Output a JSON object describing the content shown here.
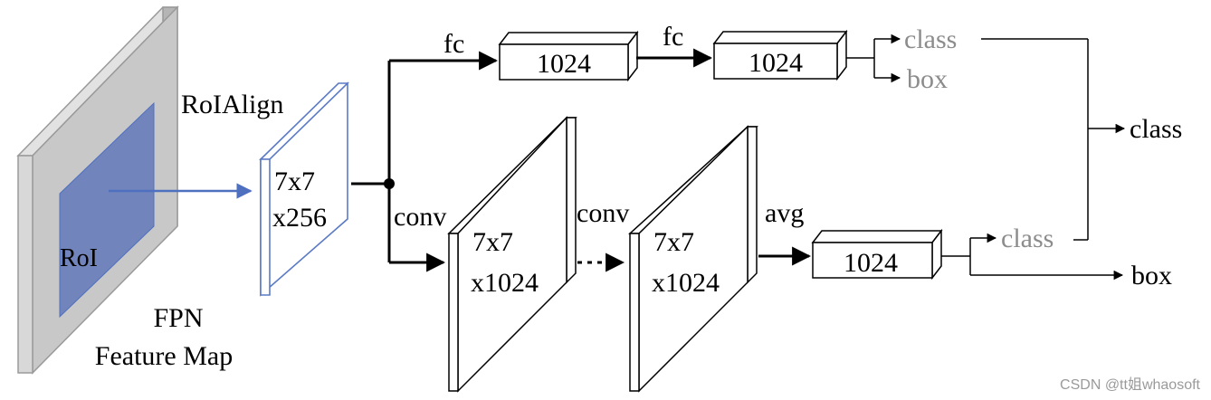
{
  "colors": {
    "ink": "#000000",
    "feature_map_gray": "#c8c8c8",
    "feature_map_edge": "#9a9a9a",
    "roi_blue": "#7185bc",
    "roi_arrow_blue": "#4f6fbf",
    "roialign_outline_blue": "#5b7ac6",
    "muted_label_gray": "#8c8c8c",
    "watermark_gray": "#9a9a9a"
  },
  "feature_map": {
    "roi_label": "RoI",
    "title_line1": "FPN",
    "title_line2": "Feature Map"
  },
  "roialign": {
    "label": "RoIAlign",
    "dim_line1": "7x7",
    "dim_line2": "x256"
  },
  "fc_branch": {
    "fc1_label": "fc",
    "box1_value": "1024",
    "fc2_label": "fc",
    "box2_value": "1024",
    "out_class": "class",
    "out_box": "box"
  },
  "conv_branch": {
    "conv1_label": "conv",
    "block1_line1": "7x7",
    "block1_line2": "x1024",
    "conv2_label": "conv",
    "block2_line1": "7x7",
    "block2_line2": "x1024",
    "avg_label": "avg",
    "box_value": "1024",
    "out_class": "class"
  },
  "outputs": {
    "final_class": "class",
    "final_box": "box"
  },
  "watermark": "CSDN @tt姐whaosoft"
}
